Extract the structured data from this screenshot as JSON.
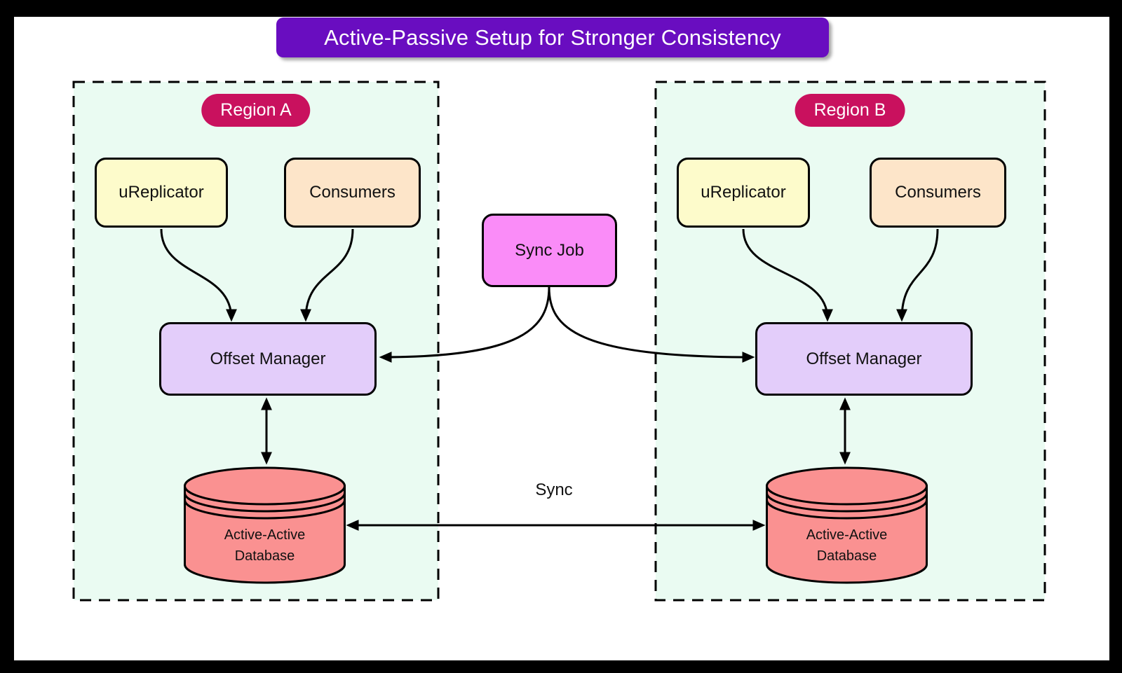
{
  "title": "Active-Passive Setup for Stronger Consistency",
  "sync_job_label": "Sync Job",
  "db_sync_label": "Sync",
  "regions": [
    {
      "label": "Region A",
      "ureplicator_label": "uReplicator",
      "consumers_label": "Consumers",
      "offset_manager_label": "Offset Manager",
      "database_label_line1": "Active-Active",
      "database_label_line2": "Database"
    },
    {
      "label": "Region B",
      "ureplicator_label": "uReplicator",
      "consumers_label": "Consumers",
      "offset_manager_label": "Offset Manager",
      "database_label_line1": "Active-Active",
      "database_label_line2": "Database"
    }
  ],
  "colors": {
    "title_bg": "#690DC0",
    "region_bg": "#EAFBF2",
    "region_label_bg": "#C9115E",
    "ureplicator_bg": "#FDFBCB",
    "consumers_bg": "#FDE5C9",
    "sync_job_bg": "#FA8CF8",
    "offset_manager_bg": "#E3CDFA",
    "database_bg": "#FA9191",
    "stroke": "#000000"
  }
}
